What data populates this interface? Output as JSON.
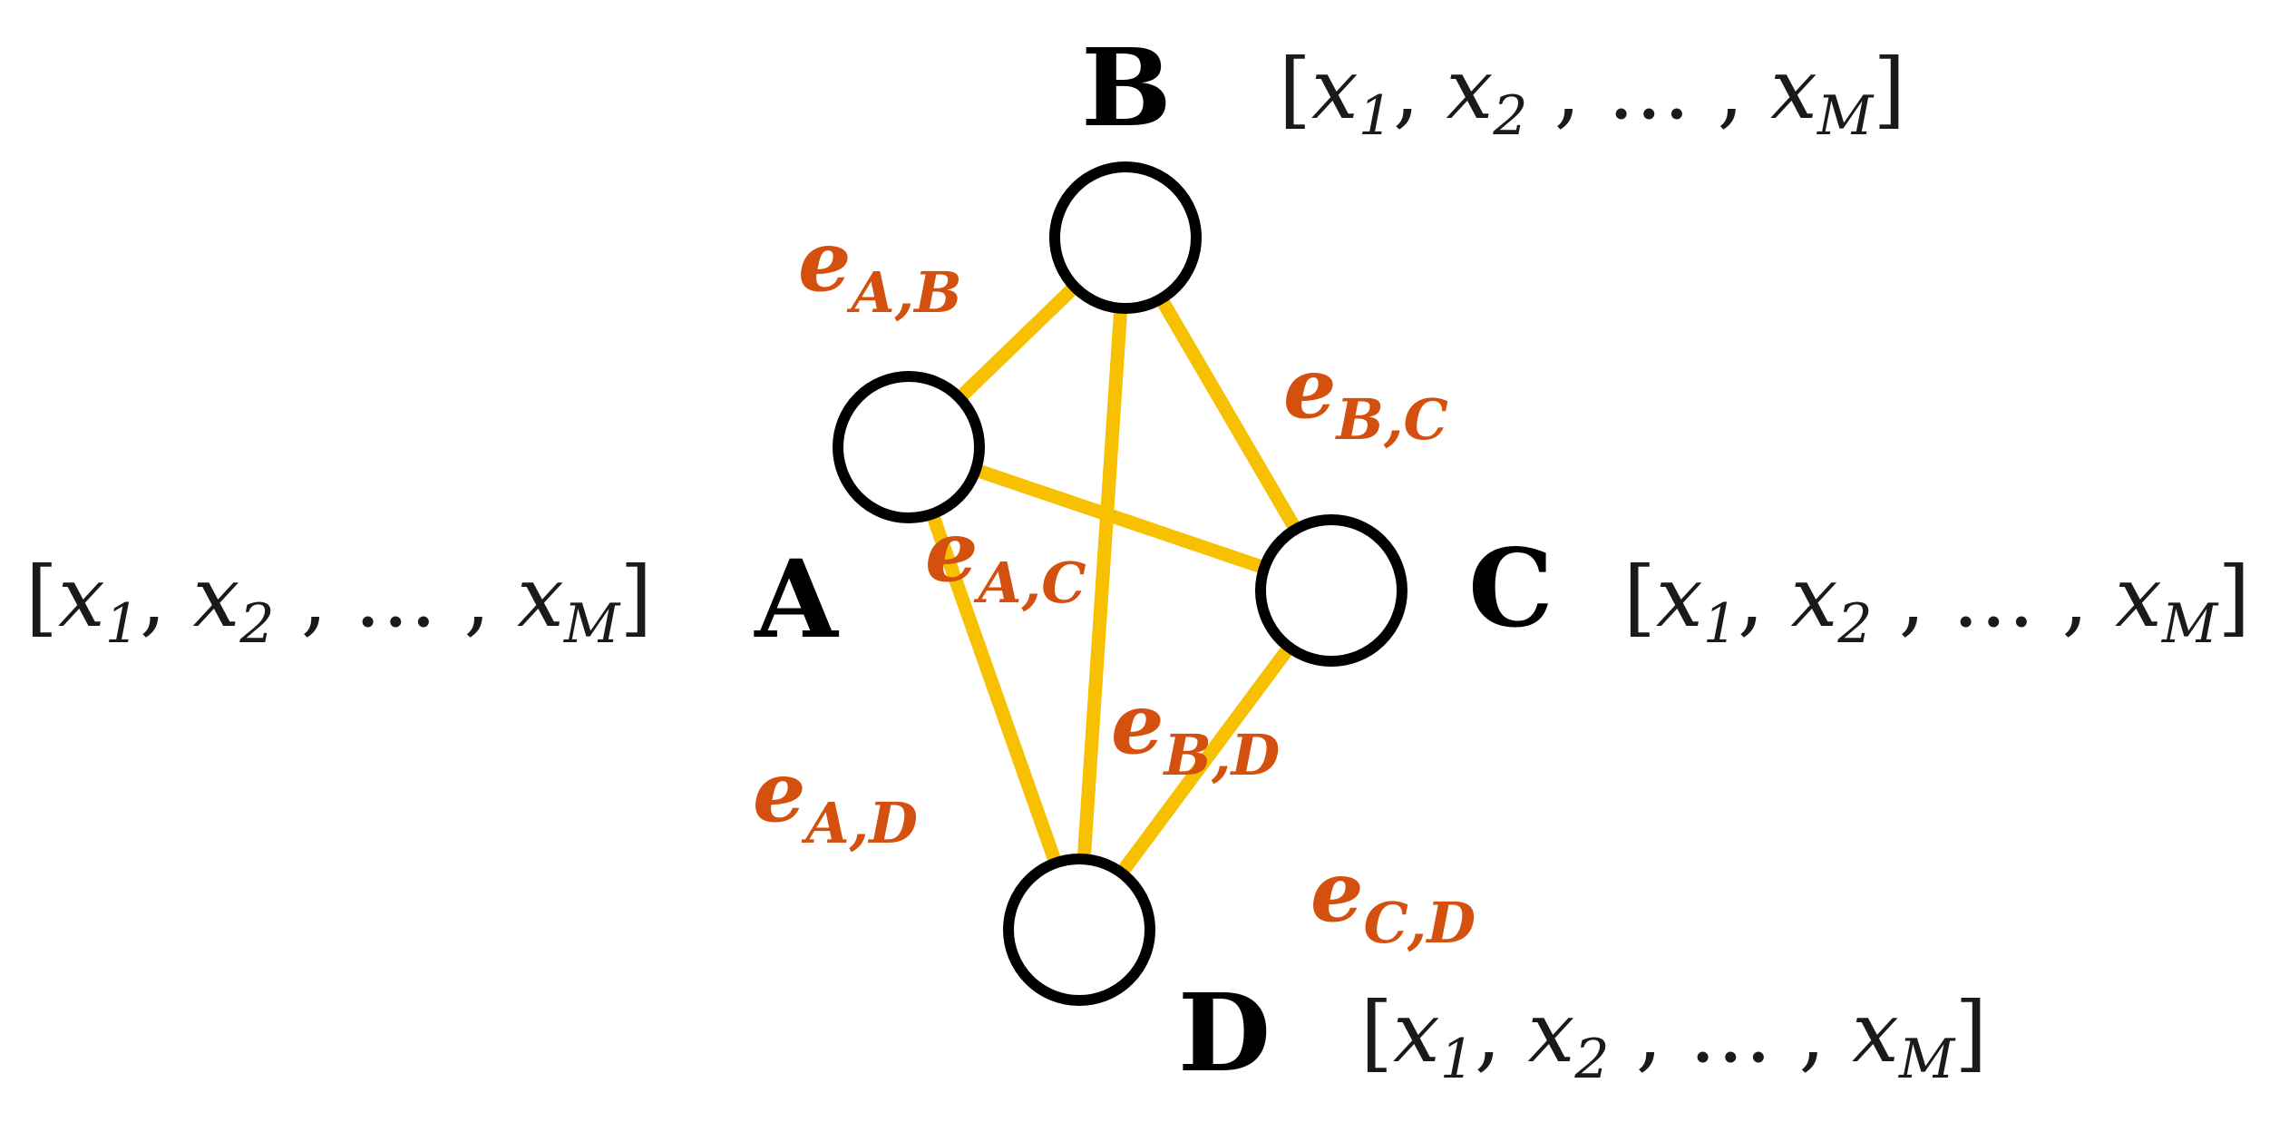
{
  "colors": {
    "edge": "#F7C000",
    "edge_label": "#D4500E",
    "node_stroke": "#000000",
    "node_fill": "#FFFFFF"
  },
  "feature_vector": {
    "open": "[",
    "close": "]",
    "comma": ",",
    "ellipsis": "…",
    "var": "x",
    "subs": [
      "1",
      "2",
      "M"
    ]
  },
  "nodes": [
    {
      "id": "A",
      "label": "A"
    },
    {
      "id": "B",
      "label": "B"
    },
    {
      "id": "C",
      "label": "C"
    },
    {
      "id": "D",
      "label": "D"
    }
  ],
  "edges": [
    {
      "id": "AB",
      "from": "A",
      "to": "B",
      "label": "e",
      "sub": "A,B"
    },
    {
      "id": "BC",
      "from": "B",
      "to": "C",
      "label": "e",
      "sub": "B,C"
    },
    {
      "id": "AC",
      "from": "A",
      "to": "C",
      "label": "e",
      "sub": "A,C"
    },
    {
      "id": "AD",
      "from": "A",
      "to": "D",
      "label": "e",
      "sub": "A,D"
    },
    {
      "id": "BD",
      "from": "B",
      "to": "D",
      "label": "e",
      "sub": "B,D"
    },
    {
      "id": "CD",
      "from": "C",
      "to": "D",
      "label": "e",
      "sub": "C,D"
    }
  ]
}
